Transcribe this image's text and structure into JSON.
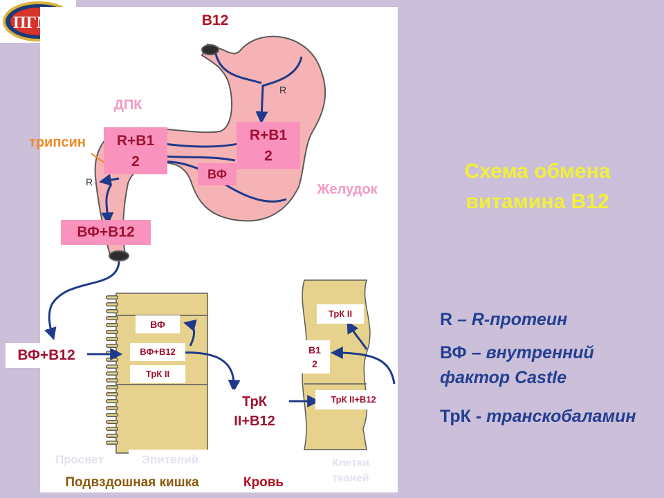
{
  "logo": {
    "text": "ПГМУ"
  },
  "labels": {
    "b12_top": "В12",
    "dpk": "ДПК",
    "trypsin": "трипсин",
    "r": "R",
    "rb12_duodenum": "R+В1\n2",
    "rb12_stomach": "R+В1\n2",
    "vf_stomach": "ВФ",
    "stomach": "Желудок",
    "vfb12_duodenum": "ВФ+В12",
    "vfb12_lumen": "ВФ+В12",
    "vf_cell": "ВФ",
    "vfb12_cell": "ВФ+В12",
    "trk_cell": "ТрК II",
    "trk_blood": "ТрК\nII+В12",
    "trk_tissue": "ТрК II",
    "b12_tissue": "В1\n2",
    "trkb12_tissue": "ТрК II+В12",
    "lumen": "Просвет",
    "epithelium": "Эпителий",
    "tissue_cells": "Клетки\nтканей",
    "ileum": "Подвздошная кишка",
    "blood": "Кровь"
  },
  "title": "Схема обмена\nвитамина В12",
  "legend": [
    {
      "key": "R",
      "text": " – R-протеин"
    },
    {
      "key": "ВФ",
      "text": " – внутренний фактор Castle"
    },
    {
      "key": "ТрК",
      "text": " - транскобаламин"
    }
  ],
  "colors": {
    "background": "#cbbfda",
    "stomach_fill": "#f6b3b6",
    "stomach_outline": "#5b5b5b",
    "arrow": "#1f3a8a",
    "tissue_fill": "#e6d28c",
    "box_pink": "#f992bd",
    "box_text": "#9e1130",
    "title": "#f2ef3a",
    "legend": "#243f8f",
    "caption_brown": "#8a5a0c",
    "caption_red": "#b01020",
    "trypsin": "#f08a28"
  }
}
